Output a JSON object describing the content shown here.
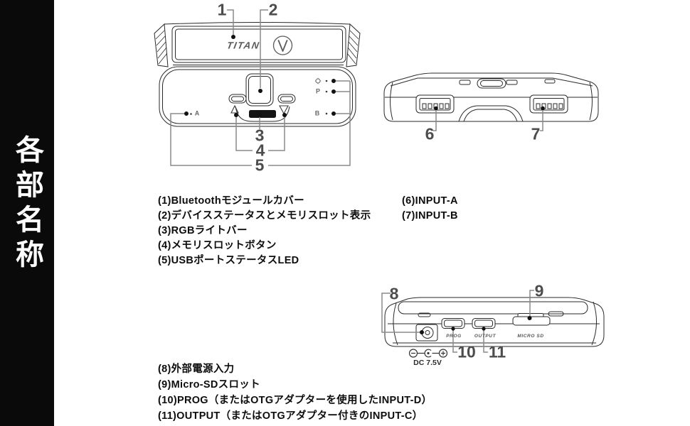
{
  "sidebar": {
    "title": "各部名称"
  },
  "front_view": {
    "logo_text": "TITAN",
    "led_a": "A",
    "led_p": "P",
    "led_b": "B"
  },
  "rear_view": {
    "prog_label": "PROG",
    "output_label": "OUTPUT",
    "micro_sd_label": "MICRO SD",
    "dc_label": "DC 7.5V"
  },
  "callouts": {
    "c1": "1",
    "c2": "2",
    "c3": "3",
    "c4": "4",
    "c5": "5",
    "c6": "6",
    "c7": "7",
    "c8": "8",
    "c9": "9",
    "c10": "10",
    "c11": "11"
  },
  "legend": {
    "top": [
      "(1)Bluetoothモジュールカバー",
      "(2)デバイスステータスとメモリスロット表示",
      "(3)RGBライトバー",
      "(4)メモリスロットボタン",
      "(5)USBポートステータスLED"
    ],
    "right": [
      "(6)INPUT-A",
      "(7)INPUT-B"
    ],
    "bottom": [
      "(8)外部電源入力",
      "(9)Micro-SDスロット",
      "(10)PROG（またはOTGアダプターを使用したINPUT-D）",
      "(11)OUTPUT（またはOTGアダプター付きのINPUT-C）"
    ]
  },
  "colors": {
    "sidebar_bg": "#0a0a0a",
    "line": "#2a2a2a",
    "callout_line": "#8a8a8a",
    "number": "#4d4d4d",
    "text": "#0d0d0d"
  }
}
